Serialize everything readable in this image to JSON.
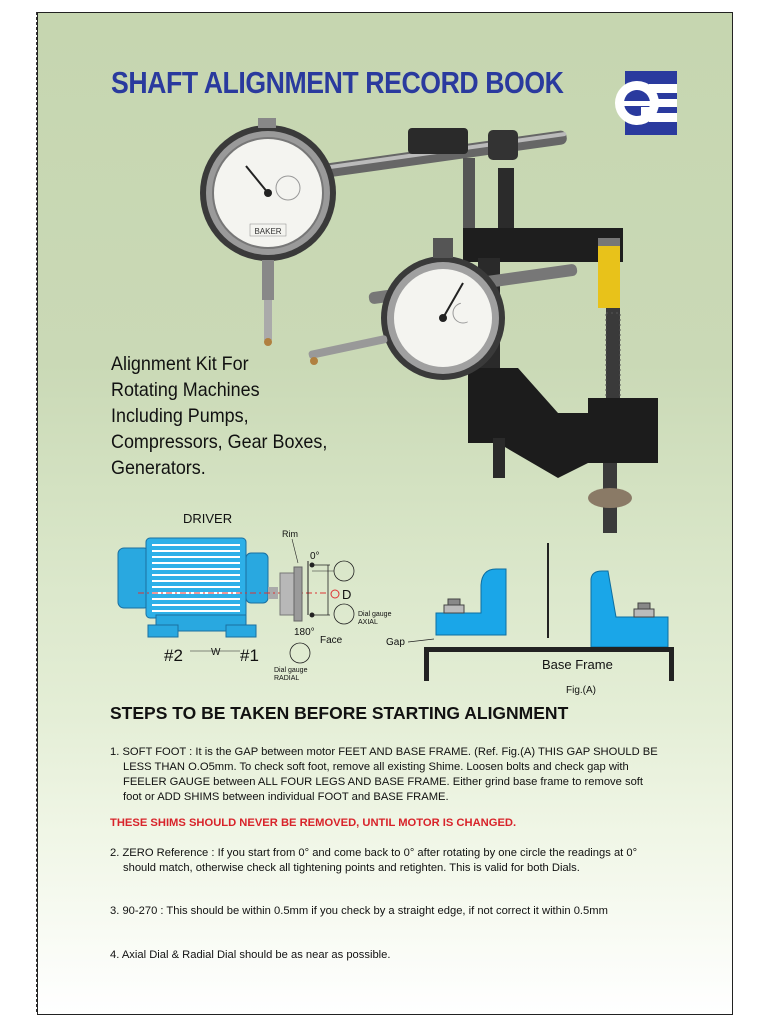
{
  "title": "SHAFT ALIGNMENT RECORD BOOK",
  "kit_lines": [
    "Alignment Kit For",
    "Rotating Machines",
    "Including Pumps,",
    "Compressors, Gear Boxes,",
    "Generators."
  ],
  "photo": {
    "gauge_brand": "BAKER"
  },
  "diagram": {
    "driver_label": "DRIVER",
    "rim_label": "Rim",
    "deg0": "0°",
    "deg180": "180°",
    "d_label": "D",
    "axial_gauge": [
      "Dial gauge",
      "AXIAL"
    ],
    "radial_gauge": [
      "Dial gauge",
      "RADIAL"
    ],
    "face_label": "Face",
    "foot2": "#2",
    "foot1": "#1",
    "w_label": "W"
  },
  "fig_a": {
    "gap_label": "Gap",
    "base_frame_label": "Base Frame",
    "caption": "Fig.(A)"
  },
  "steps_heading": "STEPS TO BE TAKEN BEFORE STARTING ALIGNMENT",
  "step1": {
    "num": "1.",
    "text": "SOFT FOOT : It is the GAP between motor FEET AND BASE FRAME. (Ref. Fig.(A) THIS GAP SHOULD BE LESS THAN O.O5mm.  To check soft foot, remove all existing Shime. Loosen bolts and check gap with FEELER GAUGE between ALL FOUR LEGS AND BASE FRAME. Either grind base frame to remove soft foot or ADD SHIMS between individual FOOT and BASE FRAME."
  },
  "warning": "THESE SHIMS SHOULD NEVER BE REMOVED, UNTIL MOTOR IS CHANGED.",
  "step2": {
    "num": "2.",
    "text": "ZERO Reference : If you start from 0° and come back to 0° after rotating by one circle the readings  at 0° should match, otherwise  check all tightening points and retighten. This is valid for both Dials."
  },
  "step3": {
    "num": "3.",
    "text": "90-270 : This should be within 0.5mm if you check by a straight edge, if not correct it within 0.5mm"
  },
  "step4": {
    "num": "4.",
    "text": "Axial Dial & Radial Dial should be as near as possible."
  },
  "colors": {
    "title_blue": "#2a3a9e",
    "warning_red": "#d8232a",
    "motor_blue": "#29a8e0"
  }
}
